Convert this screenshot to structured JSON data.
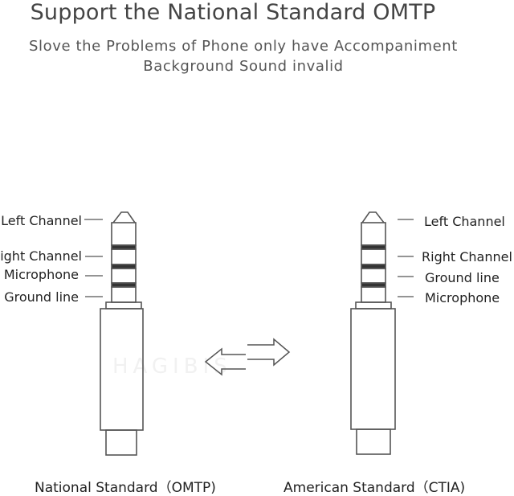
{
  "header": {
    "title": "Support the National Standard OMTP",
    "subtitle_line1": "Slove the Problems of Phone only have Accompaniment",
    "subtitle_line2": "Background Sound invalid"
  },
  "left_plug": {
    "caption": "National Standard（OMTP)",
    "labels": [
      "Left Channel",
      "ight Channel",
      "Microphone",
      "Ground line"
    ]
  },
  "right_plug": {
    "caption": "American Standard（CTIA)",
    "labels": [
      "Left Channel",
      "Right Channel",
      "Ground line",
      "Microphone"
    ]
  },
  "watermark": "HAGIBIS",
  "colors": {
    "line": "#555555",
    "band": "#333333"
  },
  "icons": [
    "exchange-arrows-icon"
  ]
}
